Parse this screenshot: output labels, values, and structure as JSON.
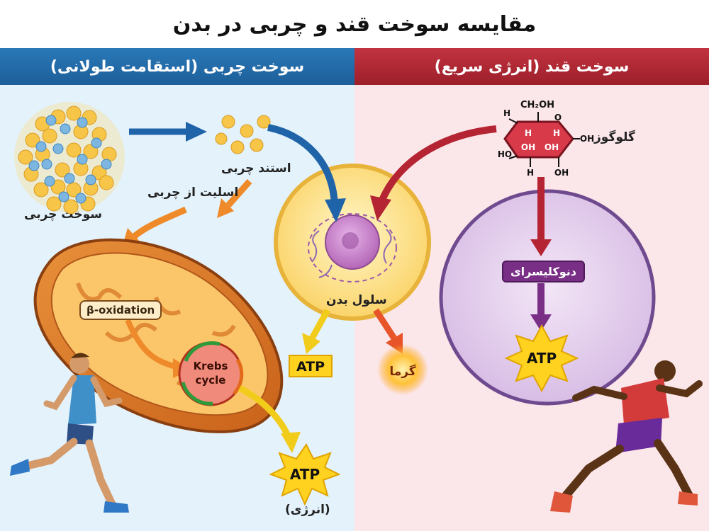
{
  "title": "مقایسه سوخت قند و چربی در بدن",
  "left_panel": {
    "header": "سوخت چربی (استقامت طولانی)",
    "fat_fuel": "سوخت چربی",
    "fat_acetone": "استند چربی",
    "fat_acyl": "اسلیت از چربی",
    "beta_oxidation": "β-oxidation",
    "krebs_line1": "Krebs",
    "krebs_line2": "cycle",
    "atp": "ATP",
    "energy": "(انرژی)"
  },
  "center": {
    "body_cell": "سلول بدن",
    "atp": "ATP",
    "heat": "گرما"
  },
  "right_panel": {
    "header": "سوخت قند (انرژی سریع)",
    "glucose": "گلوگوز",
    "glycolysis": "دنوکلیسرای",
    "atp": "ATP",
    "glucose_structure": {
      "ch2oh": "CH₂OH",
      "o": "O",
      "h": "H",
      "oh": "OH",
      "ho": "HO"
    }
  },
  "colors": {
    "left_band": "#1d5f99",
    "right_band": "#9c1f2a",
    "left_bg": "#e4f2fb",
    "right_bg": "#fbe6e9",
    "atp_star": "#ffd21f",
    "glycolysis_box": "#7a2f86"
  }
}
